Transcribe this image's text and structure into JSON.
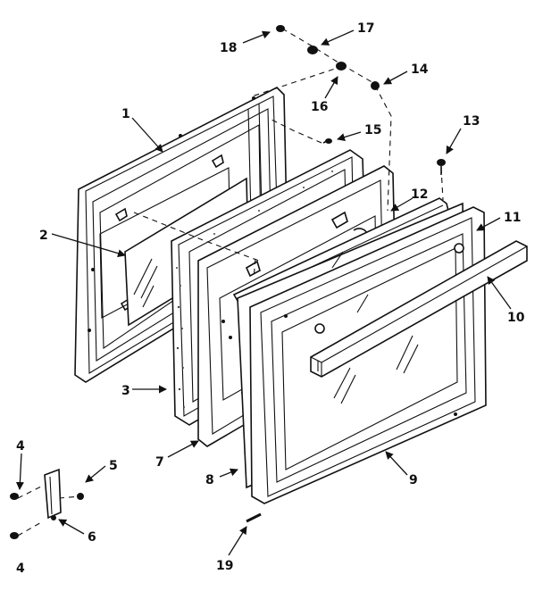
{
  "labels": {
    "p1": "1",
    "p2": "2",
    "p3": "3",
    "p4a": "4",
    "p4b": "4",
    "p5": "5",
    "p6": "6",
    "p7": "7",
    "p8": "8",
    "p9": "9",
    "p10": "10",
    "p11": "11",
    "p12": "12",
    "p13": "13",
    "p14": "14",
    "p15": "15",
    "p16": "16",
    "p17": "17",
    "p18": "18",
    "p19": "19"
  }
}
